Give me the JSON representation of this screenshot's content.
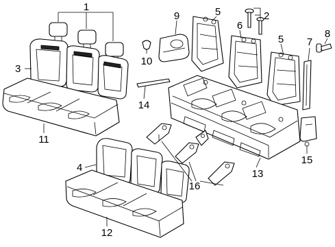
{
  "callouts": [
    {
      "id": "c1",
      "label": "1"
    },
    {
      "id": "c2",
      "label": "2"
    },
    {
      "id": "c3",
      "label": "3"
    },
    {
      "id": "c4",
      "label": "4"
    },
    {
      "id": "c5a",
      "label": "5"
    },
    {
      "id": "c5b",
      "label": "5"
    },
    {
      "id": "c6",
      "label": "6"
    },
    {
      "id": "c7",
      "label": "7"
    },
    {
      "id": "c8",
      "label": "8"
    },
    {
      "id": "c9",
      "label": "9"
    },
    {
      "id": "c10",
      "label": "10"
    },
    {
      "id": "c11",
      "label": "11"
    },
    {
      "id": "c12",
      "label": "12"
    },
    {
      "id": "c13",
      "label": "13"
    },
    {
      "id": "c14",
      "label": "14"
    },
    {
      "id": "c15",
      "label": "15"
    },
    {
      "id": "c16",
      "label": "16"
    }
  ]
}
